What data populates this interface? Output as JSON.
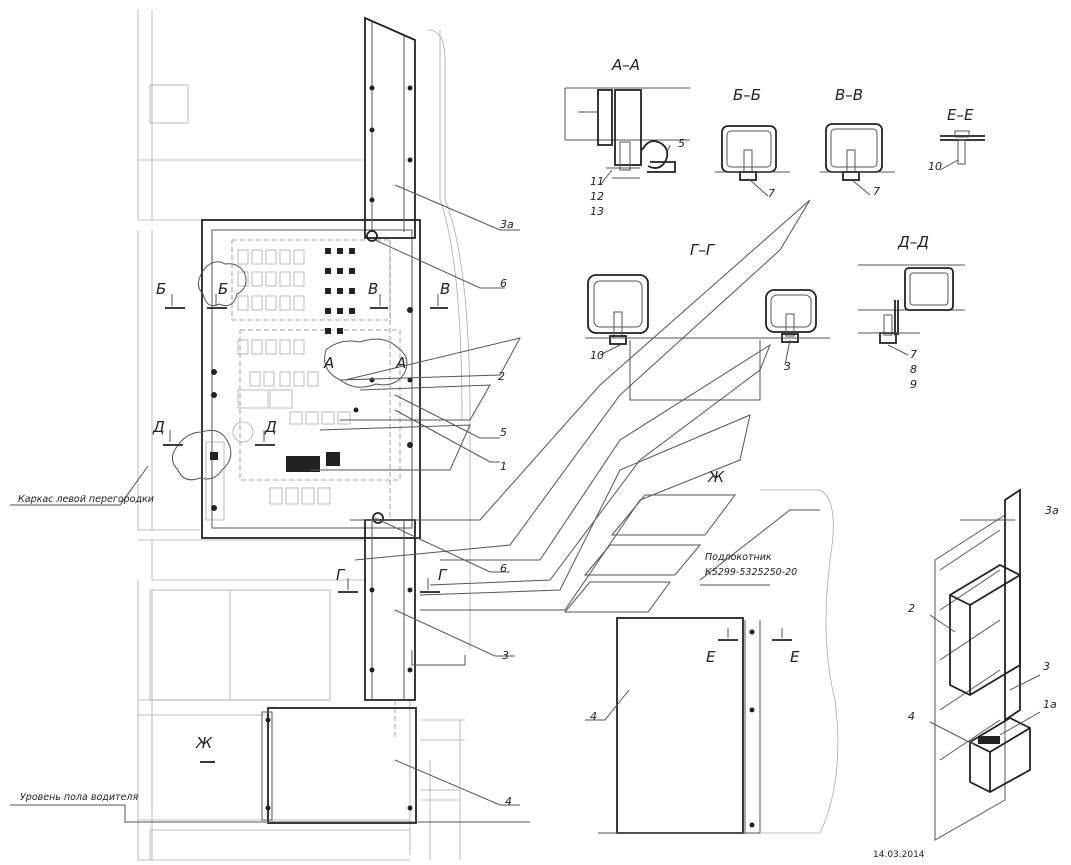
{
  "sections": {
    "a": "А–А",
    "b": "Б–Б",
    "v": "В–В",
    "e": "Е–Е",
    "g": "Г–Г",
    "d": "Д–Д",
    "zh": "Ж"
  },
  "markers": {
    "a": "А",
    "b": "Б",
    "v": "В",
    "g": "Г",
    "d": "Д",
    "e": "Е",
    "zh": "Ж"
  },
  "callouts": {
    "c1": "1",
    "c1a": "1а",
    "c2": "2",
    "c3": "3",
    "c3a": "3а",
    "c4": "4",
    "c5": "5",
    "c6": "6",
    "c7": "7",
    "c8": "8",
    "c9": "9",
    "c10": "10",
    "c11": "11",
    "c12": "12",
    "c13": "13"
  },
  "notes": {
    "partition_frame": "Каркас левой перегородки",
    "floor_level": "Уровень пола водителя",
    "armrest_line1": "Подлокотник",
    "armrest_line2": "К5299-5325250-20",
    "date": "14.03.2014"
  }
}
